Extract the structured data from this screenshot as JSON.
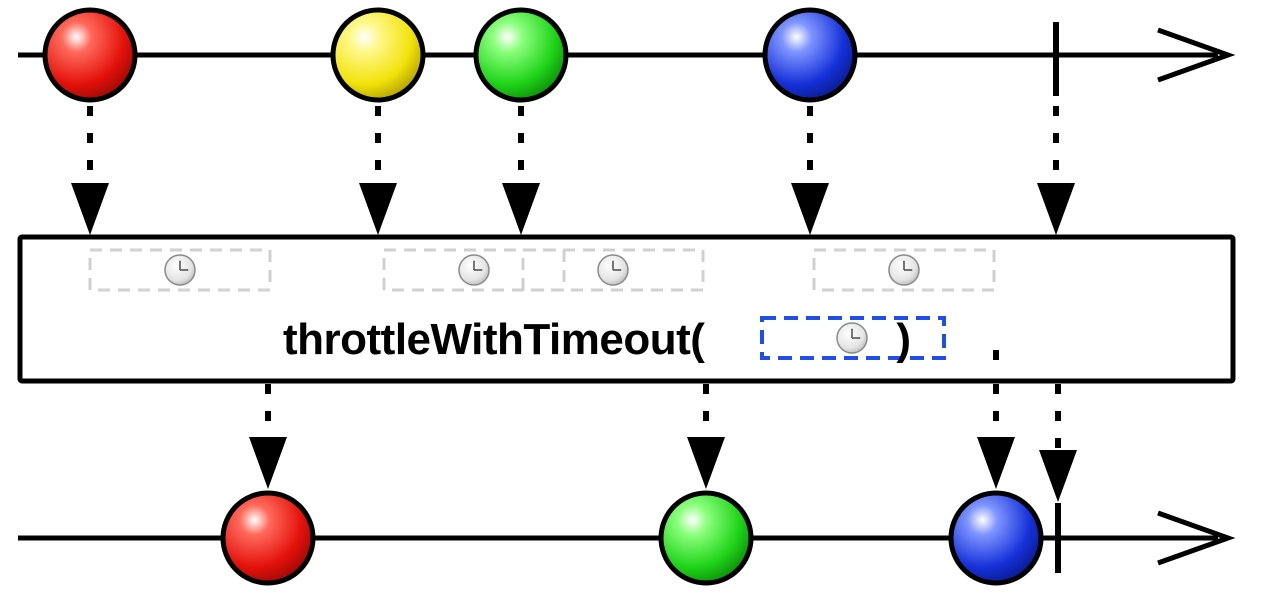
{
  "operator": {
    "name": "throttleWithTimeout",
    "open_paren": "(",
    "close_paren": ")",
    "parameter_icon": "clock-icon"
  },
  "colors": {
    "red": "#e3120b",
    "yellow": "#f4e80c",
    "green": "#22d61c",
    "blue": "#1530d8",
    "timeout_box_inner": "#d0d0d0",
    "timeout_box_param": "#1f4fe8",
    "line": "#000000"
  },
  "source_timeline": {
    "items": [
      {
        "color": "red"
      },
      {
        "color": "yellow"
      },
      {
        "color": "green"
      },
      {
        "color": "blue"
      }
    ],
    "completes": true
  },
  "timers": [
    {
      "icon": "clock-icon"
    },
    {
      "icon": "clock-icon"
    },
    {
      "icon": "clock-icon"
    },
    {
      "icon": "clock-icon"
    }
  ],
  "result_timeline": {
    "items": [
      {
        "color": "red"
      },
      {
        "color": "green"
      },
      {
        "color": "blue"
      }
    ],
    "completes": true
  }
}
